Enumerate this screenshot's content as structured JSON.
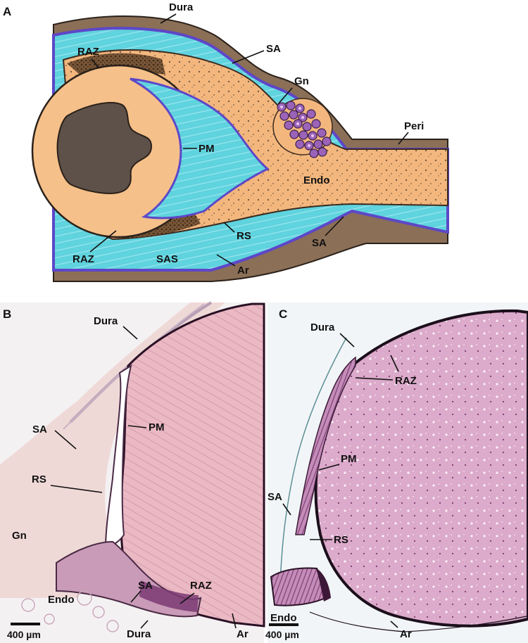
{
  "panels": {
    "a": {
      "letter": "A",
      "labels": {
        "dura": "Dura",
        "sa_top": "SA",
        "raz_top": "RAZ",
        "gn": "Gn",
        "peri": "Peri",
        "pm": "PM",
        "endo": "Endo",
        "rs": "RS",
        "sa_bottom": "SA",
        "raz_bottom": "RAZ",
        "sas": "SAS",
        "ar": "Ar"
      }
    },
    "b": {
      "letter": "B",
      "labels": {
        "dura_top": "Dura",
        "sa": "SA",
        "pm": "PM",
        "rs": "RS",
        "gn": "Gn",
        "raz": "RAZ",
        "sa_low": "SA",
        "endo": "Endo",
        "dura_bottom": "Dura",
        "ar": "Ar"
      },
      "scale_bar": "400 µm"
    },
    "c": {
      "letter": "C",
      "labels": {
        "dura": "Dura",
        "raz": "RAZ",
        "pm": "PM",
        "sa": "SA",
        "rs": "RS",
        "endo": "Endo",
        "ar": "Ar"
      },
      "scale_bar": "400 µm"
    }
  },
  "colors": {
    "dura": "#8b6f57",
    "subarachnoid": "#5fd3de",
    "arachnoid": "#5d47c8",
    "cord_white_matter": "#f5c089",
    "cord_grey_matter": "#5e5149",
    "nerve_root": "#f3b77e",
    "ganglion_cell": "#9b63b8",
    "tissue_b": "#e8b4bf",
    "tissue_c": "#dba7c9"
  }
}
